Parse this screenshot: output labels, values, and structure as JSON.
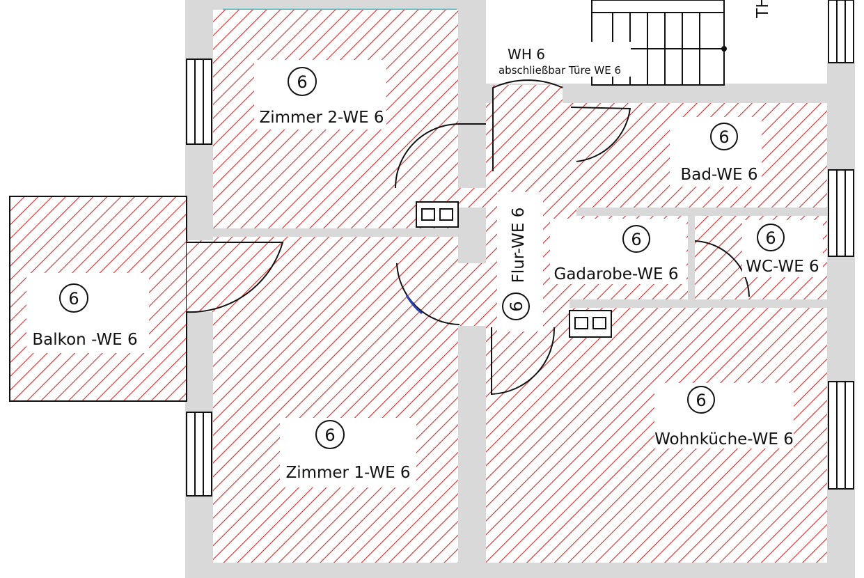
{
  "colors": {
    "hatch": "#d42a2a",
    "wall": "#d9d9d9",
    "ink": "#111111",
    "accent_cyan": "#37c8d8",
    "accent_blue": "#2a3fb0"
  },
  "unit_number": "6",
  "rooms": {
    "zimmer2": "Zimmer 2-WE 6",
    "bad": "Bad-WE 6",
    "balkon": "Balkon -WE 6",
    "gadarobe": "Gadarobe-WE 6",
    "wc": "WC-WE 6",
    "flur": "Flur-WE 6",
    "wohnkueche": "Wohnküche-WE 6",
    "zimmer1": "Zimmer 1-WE 6"
  },
  "stair_hall": {
    "name": "WH 6",
    "note": "abschließbar Türe WE 6",
    "edge_text": "TH"
  }
}
